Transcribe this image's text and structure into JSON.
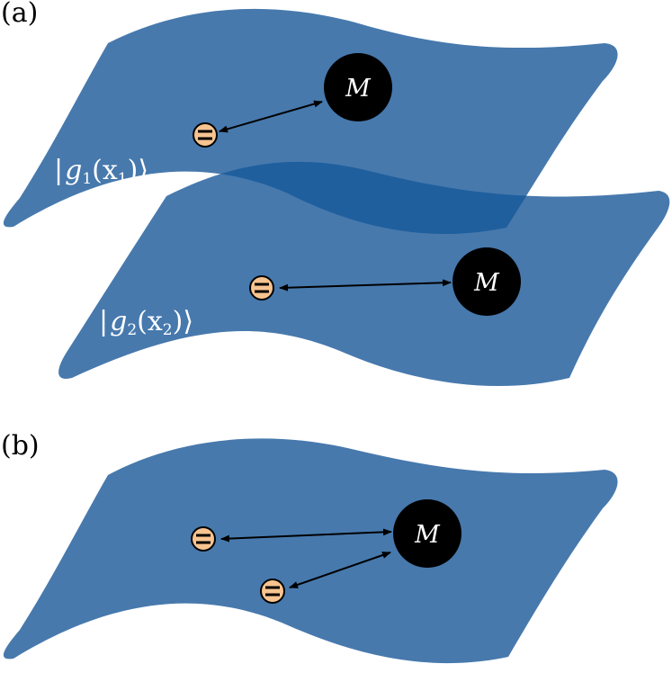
{
  "panels": [
    {
      "label": "(a)",
      "sheets": [
        {
          "ket": {
            "open": "|",
            "g": "g",
            "g_sub": "1",
            "arg_open": "(x",
            "x_sub": "1",
            "arg_close": ")",
            "close": "⟩"
          },
          "mass_label": "M"
        },
        {
          "ket": {
            "open": "|",
            "g": "g",
            "g_sub": "2",
            "arg_open": "(x",
            "x_sub": "2",
            "arg_close": ")",
            "close": "⟩"
          },
          "mass_label": "M"
        }
      ]
    },
    {
      "label": "(b)",
      "sheets": [
        {
          "mass_label": "M"
        }
      ]
    }
  ],
  "colors": {
    "sheet": "#4779ad",
    "sheet_overlap": "#1f5f9e",
    "mass": "#000000",
    "particle_fill": "#f7c490",
    "particle_stroke": "#000000",
    "arrow": "#000000"
  },
  "icons": {
    "particle": "equal-sign-ball-icon",
    "interaction": "double-headed-arrow-icon"
  }
}
